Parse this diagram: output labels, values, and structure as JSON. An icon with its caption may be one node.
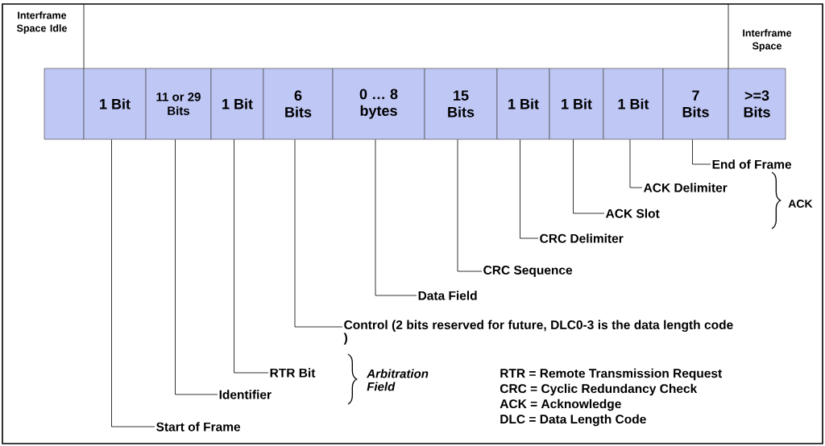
{
  "diagram": {
    "nodes": [
      {
        "text": [],
        "shape": "box"
      },
      {
        "text": [
          "1 Bit"
        ]
      },
      {
        "text": [
          "11 or 29 Bits"
        ]
      },
      {
        "text": [
          "1 Bit"
        ]
      },
      {
        "text": [
          "6 Bits"
        ]
      },
      {
        "text": [
          "0 … 8 bytes"
        ]
      },
      {
        "text": [
          "15 Bits"
        ]
      },
      {
        "text": [
          "1 Bit"
        ]
      },
      {
        "text": [
          "1 Bit"
        ]
      },
      {
        "text": [
          "1 Bit"
        ]
      },
      {
        "text": [
          "7 Bits"
        ]
      },
      {
        "text": [
          ">=3 Bits"
        ]
      },
      {
        "text": [
          "End of Frame"
        ]
      },
      {
        "text": [
          "ACK Delimiter"
        ]
      },
      {
        "text": [
          "ACK Slot"
        ]
      },
      {
        "text": [
          "CRC Delimiter"
        ]
      },
      {
        "text": [
          "CRC Sequence"
        ]
      },
      {
        "text": [
          "Data Field"
        ]
      },
      {
        "text": [
          "Control (2 bits reserved for future, DLC0-3 is the data length code )"
        ]
      },
      {
        "text": [
          "RTR Bit"
        ]
      },
      {
        "text": [
          "Identifier"
        ]
      },
      {
        "text": [
          "Start of Frame"
        ]
      }
    ],
    "edges": [
      {
        "from": 10,
        "to": 12,
        "arrow": "none"
      },
      {
        "from": 9,
        "to": 13,
        "arrow": "none"
      },
      {
        "from": 8,
        "to": 14,
        "arrow": "none"
      },
      {
        "from": 7,
        "to": 15,
        "arrow": "none"
      },
      {
        "from": 6,
        "to": 16,
        "arrow": "none"
      },
      {
        "from": 5,
        "to": 17,
        "arrow": "none"
      },
      {
        "from": 4,
        "to": 18,
        "arrow": "none"
      },
      {
        "from": 3,
        "to": 19,
        "arrow": "none"
      },
      {
        "from": 2,
        "to": 20,
        "arrow": "none"
      },
      {
        "from": 1,
        "to": 21,
        "arrow": "none"
      }
    ],
    "labels": [
      "Interframe Space Idle",
      "Interframe Space",
      "ACK",
      "Arbitration Field",
      "RTR = Remote Transmission Request",
      "CRC = Cyclic Redundancy Check",
      "ACK = Acknowledge",
      "DLC = Data Length Code"
    ]
  }
}
